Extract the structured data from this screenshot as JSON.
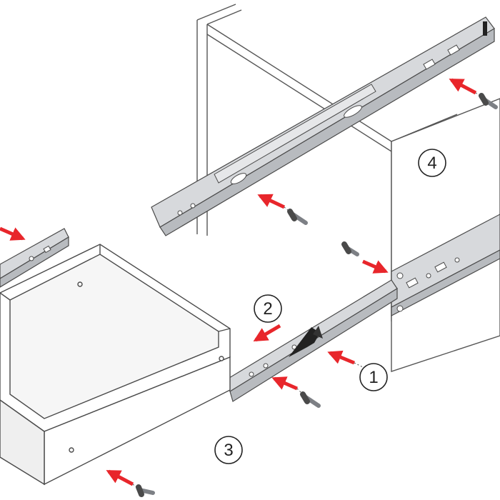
{
  "steps": [
    {
      "number": "1"
    },
    {
      "number": "2"
    },
    {
      "number": "3"
    },
    {
      "number": "4"
    }
  ],
  "colors": {
    "arrow": "#e8262b",
    "rail_fill": "#d7d9dc",
    "rail_shade": "#b8bbbf",
    "outline": "#4a4a4a",
    "screw": "#7d8085"
  },
  "icons": [
    "insert-arrow",
    "mounting-screw",
    "step-circle"
  ]
}
